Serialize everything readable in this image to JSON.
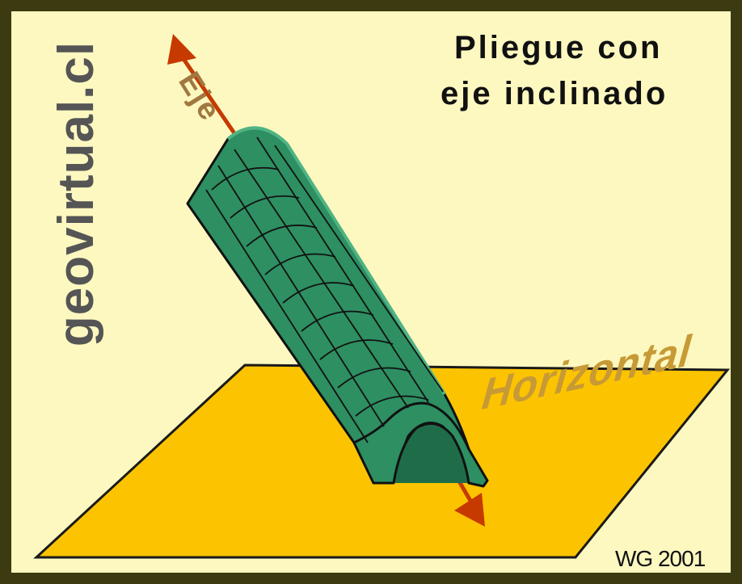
{
  "title": {
    "line1": "Pliegue con",
    "line2": "eje inclinado"
  },
  "site_label": "geovirtual.cl",
  "axis_label": "Eje",
  "plane_label": "Horizontal",
  "credit": "WG 2001",
  "colors": {
    "frame": "#3b3a10",
    "background": "#fcf8c0",
    "plane": "#fcc400",
    "fold": "#2d8f62",
    "fold_dark": "#1a5c3d",
    "axis_arrow": "#c63a00",
    "axis_label": "#a07840",
    "plane_label": "#c79a35",
    "site_label": "#555555"
  }
}
